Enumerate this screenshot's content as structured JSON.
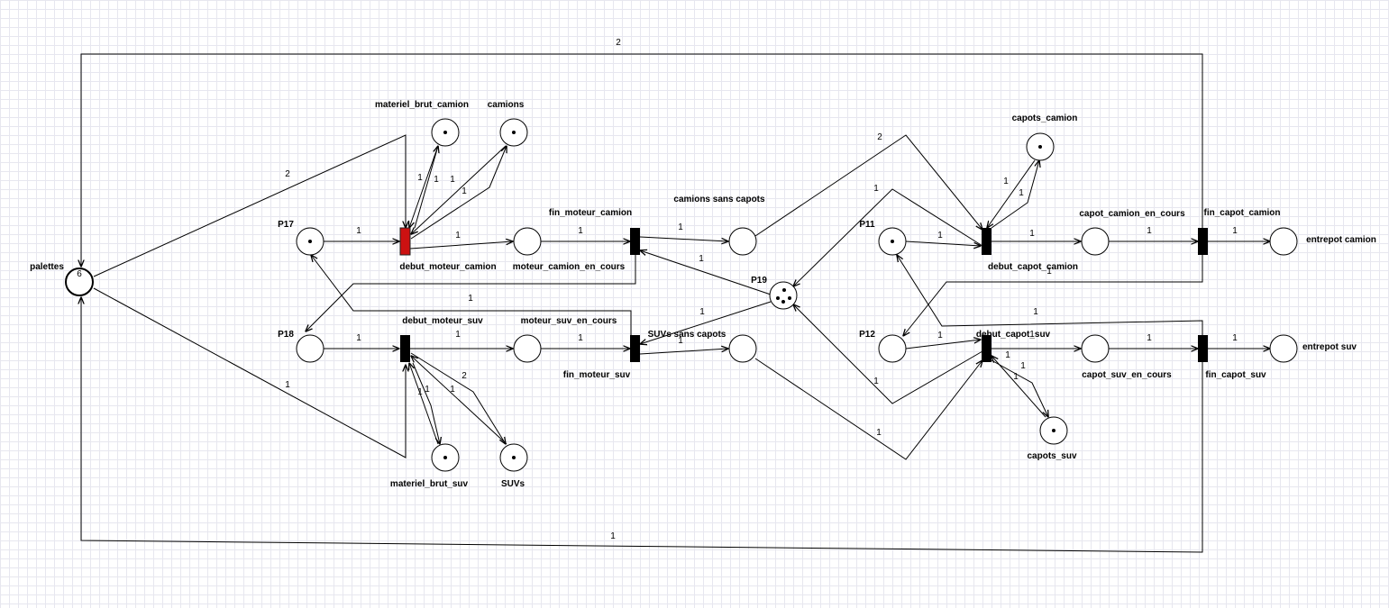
{
  "colors": {
    "transition": "#000000",
    "active_transition": "#cc1111",
    "stroke": "#000000",
    "grid": "#e7e7ef"
  },
  "places": [
    {
      "id": "palettes",
      "label": "palettes",
      "tokens": "6"
    },
    {
      "id": "materiel_brut_camion",
      "label": "materiel_brut_camion",
      "tokens": 1
    },
    {
      "id": "camions",
      "label": "camions",
      "tokens": 1
    },
    {
      "id": "P17",
      "label": "P17",
      "tokens": 1
    },
    {
      "id": "moteur_camion_en_cours",
      "label": "moteur_camion_en_cours",
      "tokens": 0
    },
    {
      "id": "P18",
      "label": "P18",
      "tokens": 0
    },
    {
      "id": "moteur_suv_en_cours",
      "label": "moteur_suv_en_cours",
      "tokens": 0
    },
    {
      "id": "materiel_brut_suv",
      "label": "materiel_brut_suv",
      "tokens": 1
    },
    {
      "id": "SUVs",
      "label": "SUVs",
      "tokens": 1
    },
    {
      "id": "camions_sans_capots",
      "label": "camions sans capots",
      "tokens": 0
    },
    {
      "id": "SUVs_sans_capots",
      "label": "SUVs sans capots",
      "tokens": 0
    },
    {
      "id": "P19",
      "label": "P19",
      "tokens": 4
    },
    {
      "id": "capots_camion",
      "label": "capots_camion",
      "tokens": 1
    },
    {
      "id": "P11",
      "label": "P11",
      "tokens": 1
    },
    {
      "id": "capot_camion_en_cours",
      "label": "capot_camion_en_cours",
      "tokens": 0
    },
    {
      "id": "P12",
      "label": "P12",
      "tokens": 0
    },
    {
      "id": "capot_suv_en_cours",
      "label": "capot_suv_en_cours",
      "tokens": 0
    },
    {
      "id": "capots_suv",
      "label": "capots_suv",
      "tokens": 1
    },
    {
      "id": "entrepot_camion",
      "label": "entrepot camion",
      "tokens": 0
    },
    {
      "id": "entrepot_suv",
      "label": "entrepot suv",
      "tokens": 0
    }
  ],
  "transitions": [
    {
      "id": "debut_moteur_camion",
      "label": "debut_moteur_camion",
      "active": true
    },
    {
      "id": "debut_moteur_suv",
      "label": "debut_moteur_suv",
      "active": false
    },
    {
      "id": "fin_moteur_camion",
      "label": "fin_moteur_camion",
      "active": false
    },
    {
      "id": "fin_moteur_suv",
      "label": "fin_moteur_suv",
      "active": false
    },
    {
      "id": "debut_capot_camion",
      "label": "debut_capot_camion",
      "active": false
    },
    {
      "id": "debut_capot_suv",
      "label": "debut_capot_suv",
      "active": false
    },
    {
      "id": "fin_capot_camion",
      "label": "fin_capot_camion",
      "active": false
    },
    {
      "id": "fin_capot_suv",
      "label": "fin_capot_suv",
      "active": false
    }
  ],
  "arcs": [
    {
      "id": "a1",
      "weight": "2"
    },
    {
      "id": "a2",
      "weight": "1"
    },
    {
      "id": "a3",
      "weight": "2"
    },
    {
      "id": "a4",
      "weight": "1"
    },
    {
      "id": "a5",
      "weight": "1"
    },
    {
      "id": "a6",
      "weight": "1"
    },
    {
      "id": "a7",
      "weight": "1"
    },
    {
      "id": "a8",
      "weight": "1"
    },
    {
      "id": "a9",
      "weight": "1"
    },
    {
      "id": "a10",
      "weight": "1"
    },
    {
      "id": "a11",
      "weight": "1"
    },
    {
      "id": "a12",
      "weight": "1"
    },
    {
      "id": "a13",
      "weight": "1"
    },
    {
      "id": "a14",
      "weight": "1"
    },
    {
      "id": "a15",
      "weight": "1"
    },
    {
      "id": "a16",
      "weight": "1"
    },
    {
      "id": "a17",
      "weight": "1"
    },
    {
      "id": "a18",
      "weight": "1"
    },
    {
      "id": "a19",
      "weight": "1"
    },
    {
      "id": "a20",
      "weight": "1"
    },
    {
      "id": "a21",
      "weight": "1"
    },
    {
      "id": "a22",
      "weight": "2"
    },
    {
      "id": "a23",
      "weight": "1"
    },
    {
      "id": "a24",
      "weight": "2"
    },
    {
      "id": "a25",
      "weight": "1"
    },
    {
      "id": "a26",
      "weight": "1"
    },
    {
      "id": "a27",
      "weight": "1"
    },
    {
      "id": "a28",
      "weight": "1"
    },
    {
      "id": "a29",
      "weight": "1"
    },
    {
      "id": "a30",
      "weight": "1"
    },
    {
      "id": "a31",
      "weight": "1"
    },
    {
      "id": "a32",
      "weight": "1"
    },
    {
      "id": "a33",
      "weight": "1"
    },
    {
      "id": "a34",
      "weight": "1"
    },
    {
      "id": "a35",
      "weight": "1"
    },
    {
      "id": "a36",
      "weight": "1"
    },
    {
      "id": "a37",
      "weight": "1"
    },
    {
      "id": "a38",
      "weight": "1"
    },
    {
      "id": "a39",
      "weight": "1"
    },
    {
      "id": "a40",
      "weight": "1"
    },
    {
      "id": "a41",
      "weight": "1"
    },
    {
      "id": "a42",
      "weight": "1"
    }
  ]
}
